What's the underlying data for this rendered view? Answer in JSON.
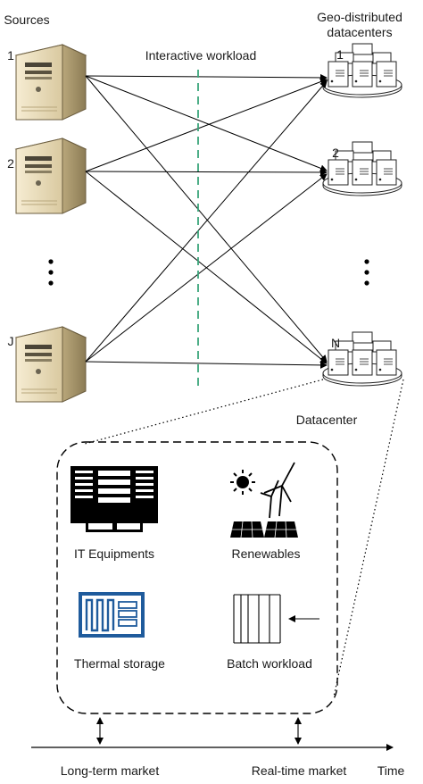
{
  "sources": {
    "title": "Sources",
    "items": [
      {
        "index": "1"
      },
      {
        "index": "2"
      },
      {
        "index": "J"
      }
    ]
  },
  "middle": {
    "label": "Interactive workload"
  },
  "datacenters": {
    "title_line1": "Geo-distributed",
    "title_line2": "datacenters",
    "items": [
      {
        "index": "1"
      },
      {
        "index": "2"
      },
      {
        "index": "N"
      }
    ],
    "detail_label": "Datacenter"
  },
  "components": {
    "it": "IT Equipments",
    "renewables": "Renewables",
    "thermal": "Thermal storage",
    "batch": "Batch workload"
  },
  "timeline": {
    "long_term": "Long-term market",
    "real_time": "Real-time market",
    "time": "Time"
  },
  "colors": {
    "dashed_divider": "#3aa67a",
    "blue_icon": "#1f5b9c",
    "server_body": "#efe3c4",
    "server_dark": "#4a4437"
  }
}
